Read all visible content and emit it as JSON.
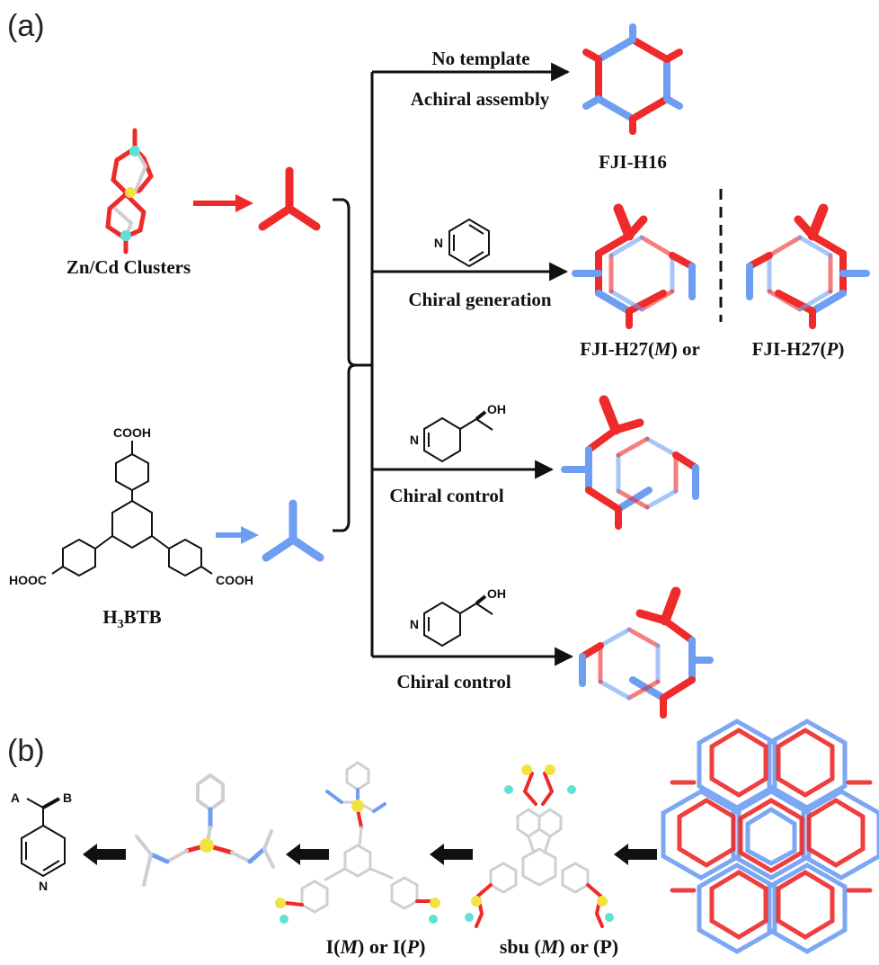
{
  "panels": {
    "a": "(a)",
    "b": "(b)"
  },
  "colors": {
    "red": "#ef2a2a",
    "blue": "#6e9ef2",
    "black": "#111111"
  },
  "left": {
    "cluster_label": "Zn/Cd Clusters",
    "ligand_label_main": "H",
    "ligand_label_sub": "3",
    "ligand_label_end": "BTB",
    "cooh_top": "COOH",
    "cooh_left": "HOOC",
    "cooh_right": "COOH"
  },
  "routes": {
    "no_template": "No template",
    "achiral": "Achiral assembly",
    "fji_h16": "FJI-H16",
    "chiral_generation": "Chiral generation",
    "fji_h27_m_a": "FJI-H27(",
    "fji_h27_m_b": "M",
    "fji_h27_m_c": ") or",
    "fji_h27_p_a": "FJI-H27(",
    "fji_h27_p_b": "P",
    "fji_h27_p_c": ")",
    "chiral_control_1": "Chiral control",
    "chiral_control_2": "Chiral control",
    "pyr_n": "N",
    "oh_1": "OH",
    "oh_2": "OH"
  },
  "bottom": {
    "atom_a": "A",
    "atom_b": "B",
    "atom_n": "N",
    "im_a": "I(",
    "im_b": "M",
    "im_c": ") or I(",
    "im_d": "P",
    "im_e": ")",
    "sbu_a": "sbu (",
    "sbu_b": "M",
    "sbu_c": ") or (",
    "sbu_d": "P",
    "sbu_e": ")"
  }
}
